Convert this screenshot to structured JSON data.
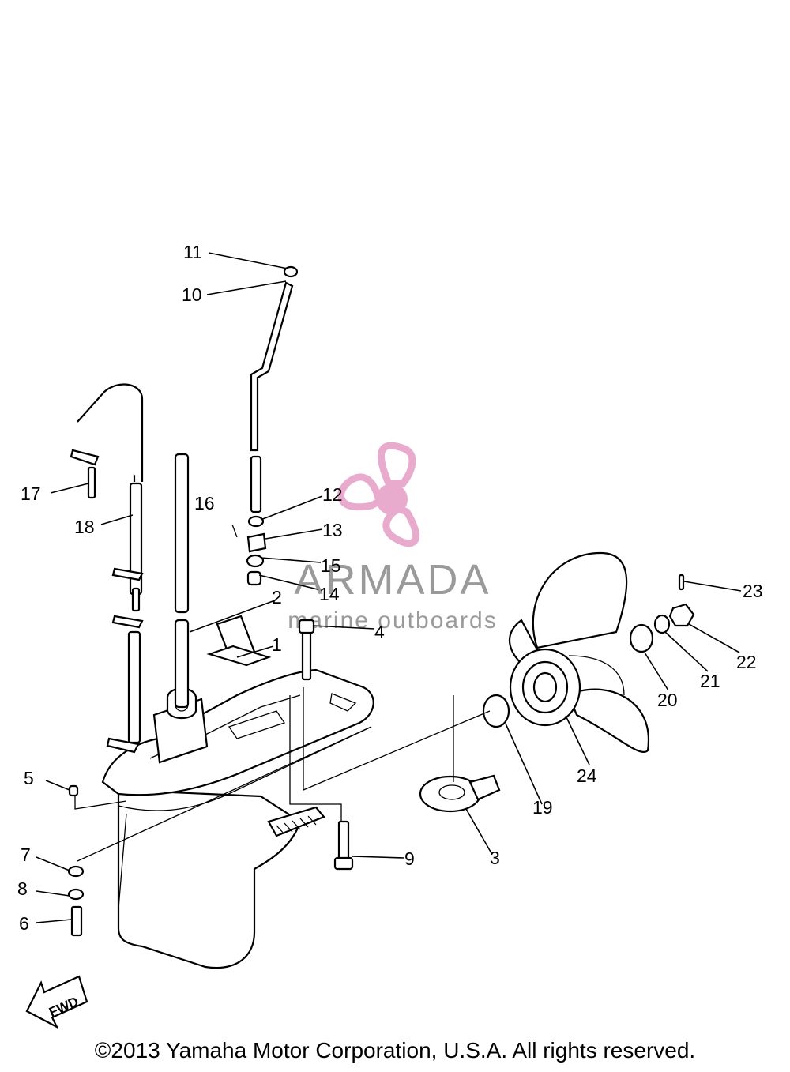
{
  "watermark": {
    "brand": "ARMADA",
    "tagline": "marine outboards",
    "logo_color": "#e7a3c8"
  },
  "fwd_label": "FWD",
  "callouts": [
    "1",
    "2",
    "3",
    "4",
    "5",
    "6",
    "7",
    "8",
    "9",
    "10",
    "11",
    "12",
    "13",
    "14",
    "15",
    "16",
    "17",
    "18",
    "19",
    "20",
    "21",
    "22",
    "23",
    "24"
  ],
  "copyright": "©2013 Yamaha Motor Corporation, U.S.A. All rights reserved."
}
